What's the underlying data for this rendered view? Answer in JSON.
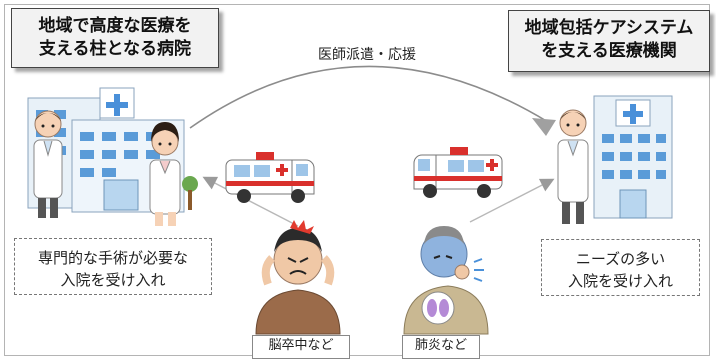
{
  "left_title": {
    "line1": "地域で高度な医療を",
    "line2": "支える柱となる病院"
  },
  "right_title": {
    "line1": "地域包括ケアシステム",
    "line2": "を支える医療機関"
  },
  "arc_label": "医師派遣・応援",
  "left_caption": {
    "line1": "専門的な手術が必要な",
    "line2": "入院を受け入れ"
  },
  "right_caption": {
    "line1": "ニーズの多い",
    "line2": "入院を受け入れ"
  },
  "patient_tags": {
    "stroke": "脳卒中など",
    "pneumonia": "肺炎など"
  }
}
